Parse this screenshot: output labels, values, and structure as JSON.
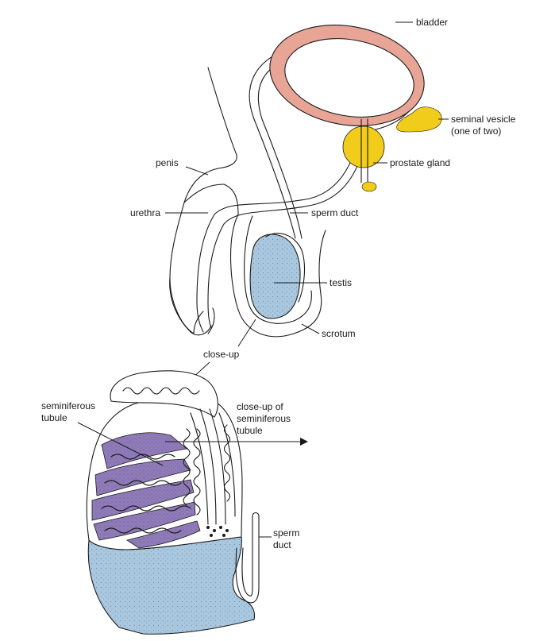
{
  "labels": {
    "bladder": "bladder",
    "seminal_vesicle_1": "seminal vesicle",
    "seminal_vesicle_2": "(one of two)",
    "prostate_gland": "prostate gland",
    "penis": "penis",
    "urethra": "urethra",
    "sperm_duct": "sperm duct",
    "testis": "testis",
    "scrotum": "scrotum",
    "close_up": "close-up",
    "seminiferous_1": "seminiferous",
    "seminiferous_2": "tubule",
    "closeup_tubule_1": "close-up of",
    "closeup_tubule_2": "seminiferous",
    "closeup_tubule_3": "tubule",
    "sperm_duct_lower_1": "sperm",
    "sperm_duct_lower_2": "duct"
  },
  "colors": {
    "bladder": "#e8a596",
    "gland": "#f2cc1a",
    "testis": "#a9c8e0",
    "lobule": "#8f7bb8",
    "line": "#1a1a1a"
  }
}
